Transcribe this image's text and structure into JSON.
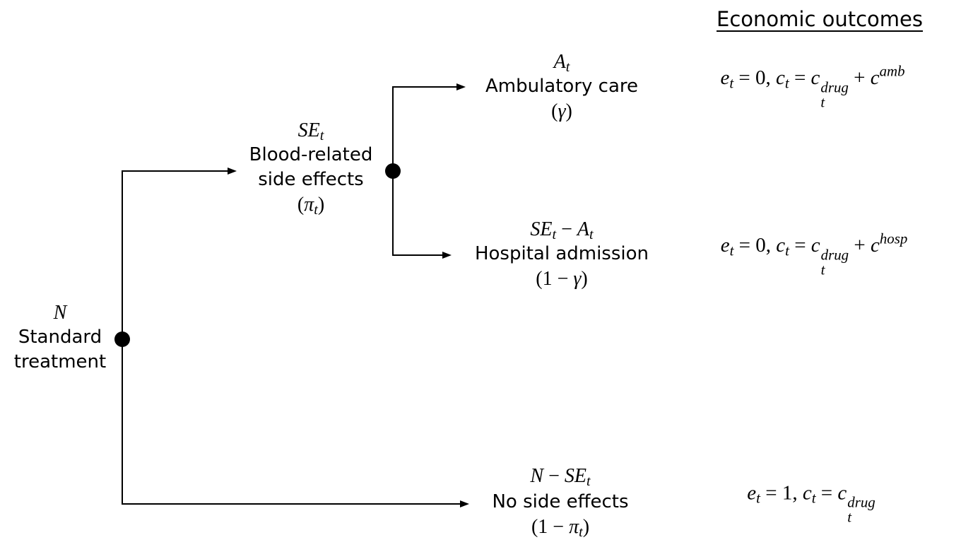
{
  "header": {
    "title": "Economic outcomes"
  },
  "nodes": {
    "root": {
      "count": [
        {
          "text": "N"
        }
      ],
      "label_lines": [
        "Standard",
        "treatment"
      ]
    },
    "side_effects": {
      "count": [
        {
          "text": "SE",
          "sub": "t"
        }
      ],
      "label_lines": [
        "Blood-related",
        "side effects"
      ],
      "probability": [
        {
          "text": "(",
          "style": "rm"
        },
        {
          "text": "π",
          "sub": "t"
        },
        {
          "text": ")",
          "style": "rm"
        }
      ]
    },
    "ambulatory": {
      "count": [
        {
          "text": "A",
          "sub": "t"
        }
      ],
      "label_lines": [
        "Ambulatory care"
      ],
      "probability": [
        {
          "text": "(",
          "style": "rm"
        },
        {
          "text": "γ"
        },
        {
          "text": ")",
          "style": "rm"
        }
      ]
    },
    "hospital": {
      "count": [
        {
          "text": "SE",
          "sub": "t"
        },
        {
          "text": " − ",
          "style": "rm"
        },
        {
          "text": "A",
          "sub": "t"
        }
      ],
      "label_lines": [
        "Hospital admission"
      ],
      "probability": [
        {
          "text": "(1 − ",
          "style": "rm"
        },
        {
          "text": "γ"
        },
        {
          "text": ")",
          "style": "rm"
        }
      ]
    },
    "no_side_effects": {
      "count": [
        {
          "text": "N"
        },
        {
          "text": " − ",
          "style": "rm"
        },
        {
          "text": "SE",
          "sub": "t"
        }
      ],
      "label_lines": [
        "No side effects"
      ],
      "probability": [
        {
          "text": "(1 − ",
          "style": "rm"
        },
        {
          "text": "π",
          "sub": "t"
        },
        {
          "text": ")",
          "style": "rm"
        }
      ]
    }
  },
  "outcomes": {
    "ambulatory": [
      {
        "text": "e",
        "sub": "t"
      },
      {
        "text": " = 0, ",
        "style": "rm"
      },
      {
        "text": "c",
        "sub": "t"
      },
      {
        "text": " = ",
        "style": "rm"
      },
      {
        "text": "c",
        "sub": "t",
        "sup": "drug"
      },
      {
        "text": " + ",
        "style": "rm"
      },
      {
        "text": "c",
        "sup": "amb"
      }
    ],
    "hospital": [
      {
        "text": "e",
        "sub": "t"
      },
      {
        "text": " = 0, ",
        "style": "rm"
      },
      {
        "text": "c",
        "sub": "t"
      },
      {
        "text": " = ",
        "style": "rm"
      },
      {
        "text": "c",
        "sub": "t",
        "sup": "drug"
      },
      {
        "text": " + ",
        "style": "rm"
      },
      {
        "text": "c",
        "sup": "hosp"
      }
    ],
    "no_side_effects": [
      {
        "text": "e",
        "sub": "t"
      },
      {
        "text": " = 1, ",
        "style": "rm"
      },
      {
        "text": "c",
        "sub": "t"
      },
      {
        "text": " = ",
        "style": "rm"
      },
      {
        "text": "c",
        "sub": "t",
        "sup": "drug"
      }
    ]
  }
}
